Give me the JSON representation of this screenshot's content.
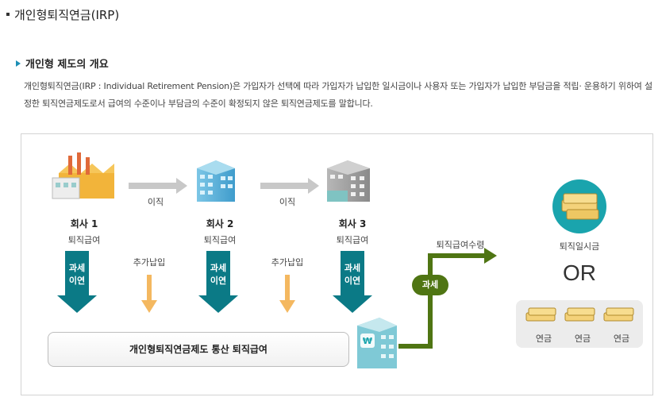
{
  "page": {
    "title": "개인형퇴직연금(IRP)"
  },
  "section": {
    "title": "개인형 제도의 개요",
    "description": "개인형퇴직연금(IRP : Individual Retirement Pension)은 가입자가 선택에 따라 가입자가 납입한 일시금이나 사용자 또는 가입자가 납입한 부담금을 적립· 운용하기 위하여 설정한 퇴직연금제도로서 급여의 수준이나 부담금의 수준이 확정되지 않은 퇴직연금제도를 말합니다."
  },
  "diagram": {
    "companies": [
      {
        "name": "회사 1",
        "sub": "퇴직급여",
        "tax": [
          "과세",
          "이연"
        ]
      },
      {
        "name": "회사 2",
        "sub": "퇴직급여",
        "tax": [
          "과세",
          "이연"
        ]
      },
      {
        "name": "회사 3",
        "sub": "퇴직급여",
        "tax": [
          "과세",
          "이연"
        ]
      }
    ],
    "transfer_label_1": "이직",
    "transfer_label_2": "이직",
    "extra_contribution_1": "추가납입",
    "extra_contribution_2": "추가납입",
    "irp_box_label": "개인형퇴직연금제도 통산 퇴직급여",
    "receive_label": "퇴직급여수령",
    "tax_badge": "과세",
    "lump_sum_label": "퇴직일시금",
    "or_label": "OR",
    "annuity_labels": [
      "연금",
      "연금",
      "연금"
    ],
    "colors": {
      "tax_arrow": "#0b7a86",
      "extra_arrow": "#f4b860",
      "transfer_arrow": "#c8c8c8",
      "flow_line": "#4f7513",
      "lump_circle": "#1aa4ad"
    }
  }
}
